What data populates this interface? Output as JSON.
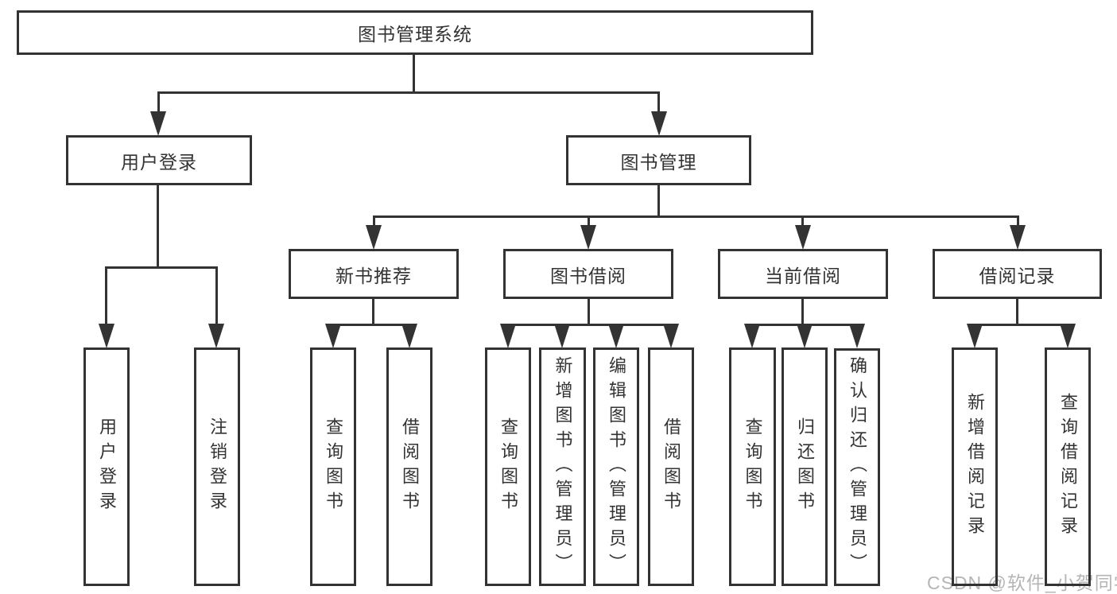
{
  "diagram_type": "hierarchy-tree",
  "colors": {
    "line": "#333333",
    "text": "#333333",
    "watermark_text": "#b5b5b5",
    "background": "#ffffff"
  },
  "tree": {
    "root": {
      "label": "图书管理系统"
    },
    "branches": [
      {
        "label": "用户登录",
        "children": [
          {
            "label": "用户登录"
          },
          {
            "label": "注销登录"
          }
        ]
      },
      {
        "label": "图书管理",
        "children": [
          {
            "label": "新书推荐",
            "children": [
              {
                "label": "查询图书"
              },
              {
                "label": "借阅图书"
              }
            ]
          },
          {
            "label": "图书借阅",
            "children": [
              {
                "label": "查询图书"
              },
              {
                "label": "新增图书（管理员）"
              },
              {
                "label": "编辑图书（管理员）"
              },
              {
                "label": "借阅图书"
              }
            ]
          },
          {
            "label": "当前借阅",
            "children": [
              {
                "label": "查询图书"
              },
              {
                "label": "归还图书"
              },
              {
                "label": "确认归还（管理员）"
              }
            ]
          },
          {
            "label": "借阅记录",
            "children": [
              {
                "label": "新增借阅记录"
              },
              {
                "label": "查询借阅记录"
              }
            ]
          }
        ]
      }
    ]
  },
  "watermark": {
    "text": "CSDN @软件_小贺同学"
  }
}
